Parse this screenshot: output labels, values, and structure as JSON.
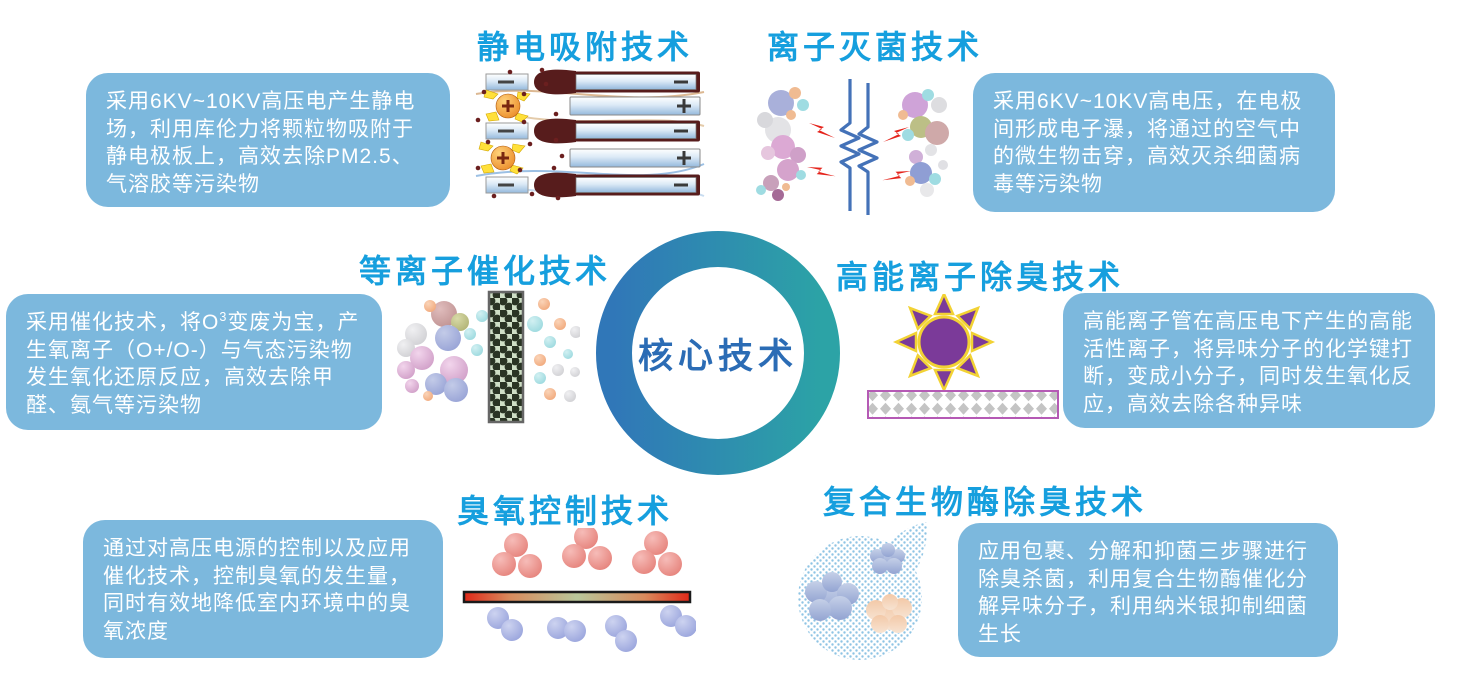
{
  "page": {
    "bg": "#ffffff"
  },
  "center": {
    "label": "核心技术"
  },
  "sections": {
    "electrostatic": {
      "title": "静电吸附技术",
      "body": "采用6KV~10KV高压电产生静电场，利用库伦力将颗粒物吸附于静电极板上，高效去除PM2.5、气溶胶等污染物",
      "icon": "electrode-plates-icon"
    },
    "ion_sterilization": {
      "title": "离子灭菌技术",
      "body": "采用6KV~10KV高电压，在电极间形成电子瀑，将通过的空气中的微生物击穿，高效灭杀细菌病毒等污染物",
      "icon": "zigzag-electrodes-particles-icon"
    },
    "plasma_catalysis": {
      "title": "等离子催化技术",
      "body_parts": [
        "采用催化技术，将O",
        "3",
        "变废为宝，产生氧离子（O+/O-）与气态污染物发生氧化还原反应，高效去除甲醛、氨气等污染物"
      ],
      "icon": "catalyst-plate-particles-icon"
    },
    "high_energy_ion": {
      "title": "高能离子除臭技术",
      "body": "高能离子管在高压电下产生的高能活性离子，将异味分子的化学键打断，变成小分子，同时发生氧化反应，高效去除各种异味",
      "icon": "ion-sun-tube-icon"
    },
    "ozone_control": {
      "title": "臭氧控制技术",
      "body": "通过对高压电源的控制以及应用催化技术，控制臭氧的发生量，同时有效地降低室内环境中的臭氧浓度",
      "icon": "ozone-molecules-bar-icon"
    },
    "bio_enzyme": {
      "title": "复合生物酶除臭技术",
      "body": "应用包裹、分解和抑菌三步骤进行除臭杀菌，利用复合生物酶催化分解异味分子，利用纳米银抑制细菌生长",
      "icon": "enzyme-droplet-icon"
    }
  },
  "colors": {
    "page_bg": "#ffffff",
    "box_bg": "#7cb8dd",
    "title_blue": "#169fde",
    "ring_blue": "#3077b8",
    "ring_teal": "#2ca3a6",
    "center_text": "#2b6cb5",
    "body_text": "#ffffff"
  }
}
